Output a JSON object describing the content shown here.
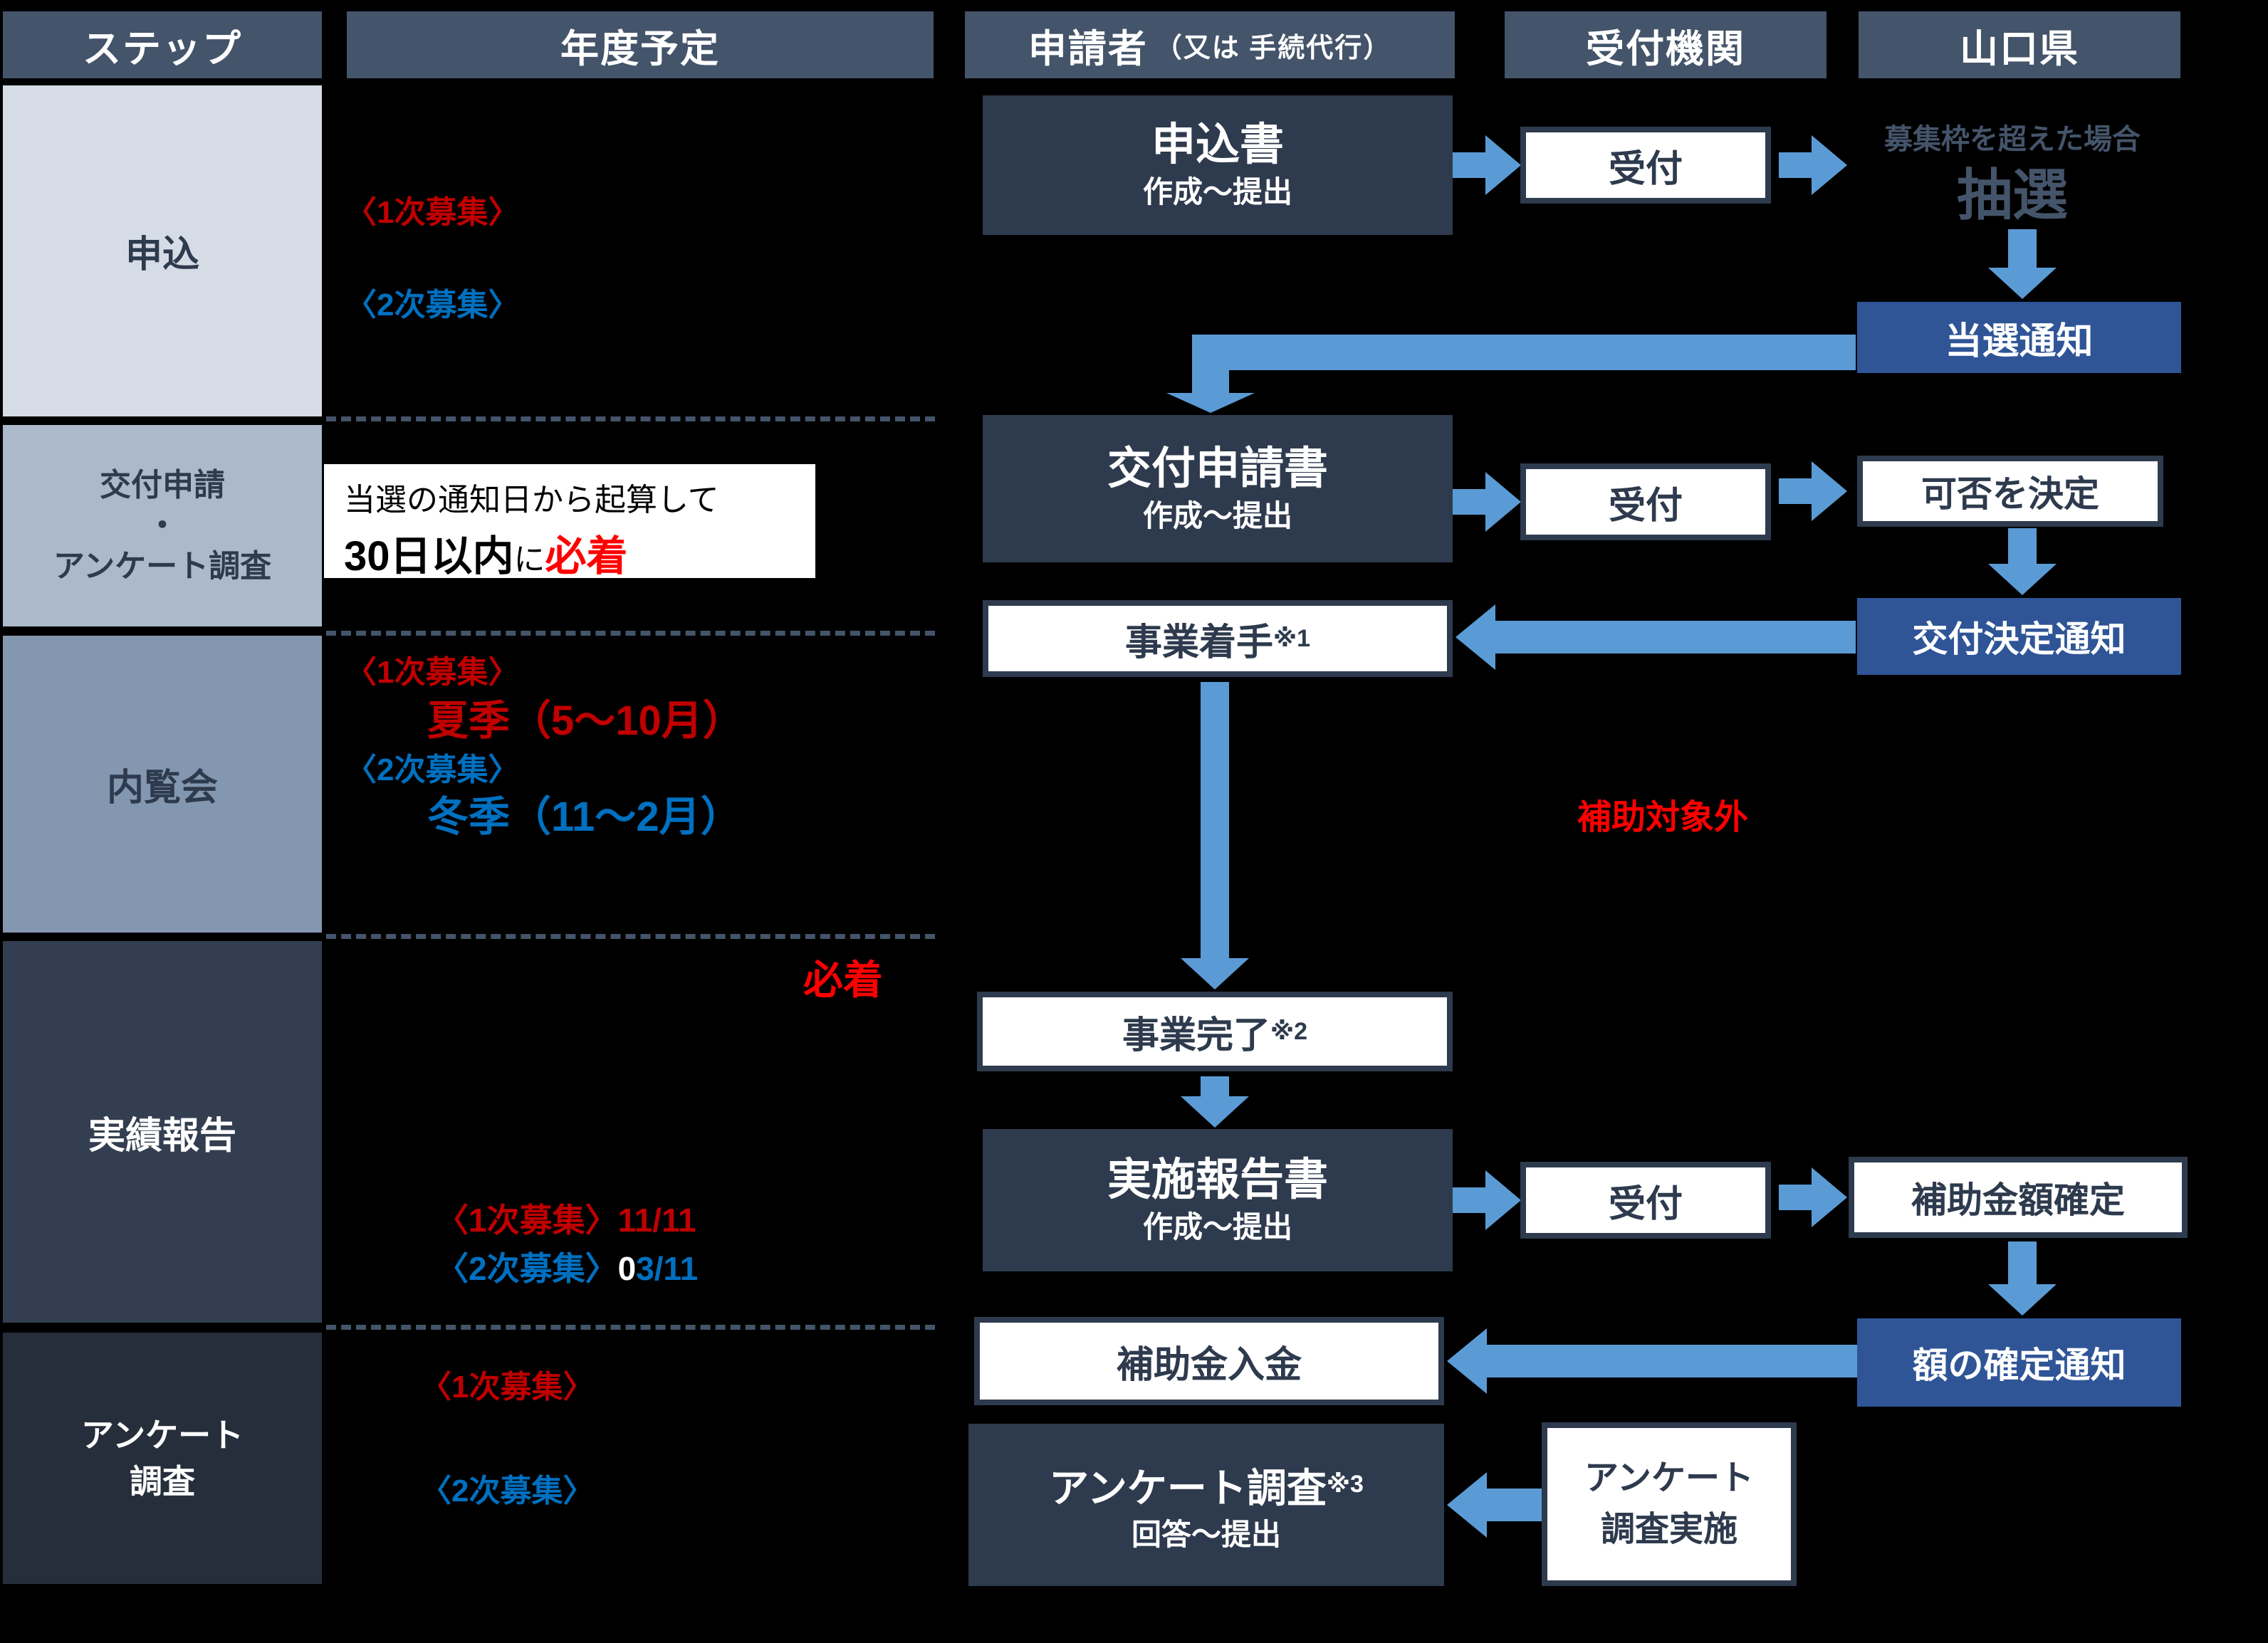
{
  "headers": {
    "step": "ステップ",
    "schedule": "年度予定",
    "applicant_main": "申請者",
    "applicant_sub": "（又は 手続代行）",
    "reception": "受付機関",
    "prefecture": "山口県"
  },
  "steps": {
    "apply": "申込",
    "grant_line1": "交付申請",
    "grant_dot": "・",
    "grant_line2": "アンケート調査",
    "preview": "内覧会",
    "report": "実績報告",
    "survey_line1": "アンケート",
    "survey_line2": "調査"
  },
  "schedule": {
    "apply_round1": "〈1次募集〉",
    "apply_round2": "〈2次募集〉",
    "deadline_line1": "当選の通知日から起算して",
    "deadline_bold": "30日以内",
    "deadline_ni": "に",
    "deadline_red": "必着",
    "preview_round1": "〈1次募集〉",
    "preview_summer": "夏季（5～10月）",
    "preview_round2": "〈2次募集〉",
    "preview_winter": "冬季（11～2月）",
    "hichaku": "必着",
    "report_round1": "〈1次募集〉11/11",
    "report_round2_label": "〈2次募集〉",
    "report_round2_zero": "0",
    "report_round2_rest": "3/11",
    "survey_round1": "〈1次募集〉",
    "survey_round2": "〈2次募集〉"
  },
  "flow": {
    "moshikomisho_title": "申込書",
    "moshikomisho_sub": "作成～提出",
    "uketsuke1": "受付",
    "over_note": "募集枠を超えた場合",
    "chusen": "抽選",
    "tosen_tsuchi": "当選通知",
    "kofu_title": "交付申請書",
    "kofu_sub": "作成～提出",
    "uketsuke2": "受付",
    "kahi": "可否を決定",
    "kofu_kettei": "交付決定通知",
    "chakushu": "事業着手",
    "chakushu_note": "※1",
    "hojo_taigai": "補助対象外",
    "kanryo": "事業完了",
    "kanryo_note": "※2",
    "jisshi_title": "実施報告書",
    "jisshi_sub": "作成～提出",
    "uketsuke3": "受付",
    "kingaku_kakutei": "補助金額確定",
    "gaku_tsuchi": "額の確定通知",
    "nyukin": "補助金入金",
    "survey_title": "アンケート調査",
    "survey_note": "※3",
    "survey_sub": "回答～提出",
    "survey_exec_line1": "アンケート",
    "survey_exec_line2": "調査実施"
  },
  "colors": {
    "header_slate": "#44546A",
    "row_light": "#D6DCE5",
    "row_mid": "#ACB9CA",
    "row_mid2": "#8497B0",
    "row_dark": "#333F50",
    "row_darker": "#262E3B",
    "flow_dark": "#2E3A4D",
    "notify_blue": "#2F5597",
    "arrow_blue": "#5B9BD5",
    "accent_red": "#C00000",
    "bright_red": "#FF0000",
    "accent_blue": "#0070C0"
  }
}
